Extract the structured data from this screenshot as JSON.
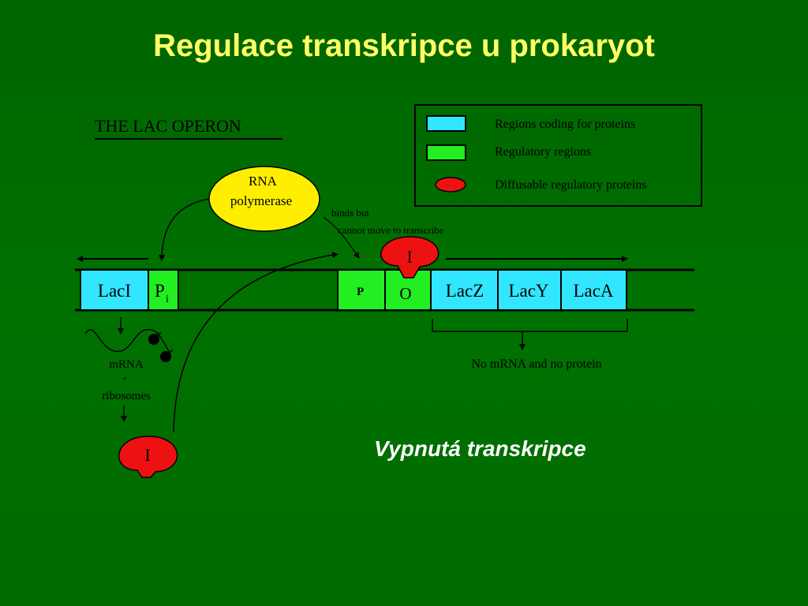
{
  "title": "Regulace transkripce u prokaryot",
  "subtitle": "Vypnutá transkripce",
  "diagram": {
    "heading": "THE LAC OPERON",
    "legend": [
      {
        "label": "Regions coding for proteins",
        "color": "#33e6ff",
        "shape": "rect"
      },
      {
        "label": "Regulatory regions",
        "color": "#22ee22",
        "shape": "rect"
      },
      {
        "label": "Diffusable regulatory proteins",
        "color": "#ee1111",
        "shape": "ellipse"
      }
    ],
    "rna_polymerase": "RNA polymerase",
    "rna_polymerase_line1": "RNA",
    "rna_polymerase_line2": "polymerase",
    "binds_note_line1": "binds but",
    "binds_note_line2": "cannot move to transcribe",
    "genes": {
      "laci": "LacI",
      "pi": "P",
      "pi_sub": "i",
      "p": "P",
      "o": "O",
      "lacz": "LacZ",
      "lacy": "LacY",
      "laca": "LacA"
    },
    "repressor": "I",
    "mrna": "mRNA",
    "plus": "+",
    "ribosomes": "ribosomes",
    "no_mrna": "No mRNA and no protein",
    "colors": {
      "coding": "#33e6ff",
      "regulatory": "#22ee22",
      "repressor": "#ee1111",
      "polymerase": "#ffee00",
      "title": "#ffff66"
    }
  }
}
